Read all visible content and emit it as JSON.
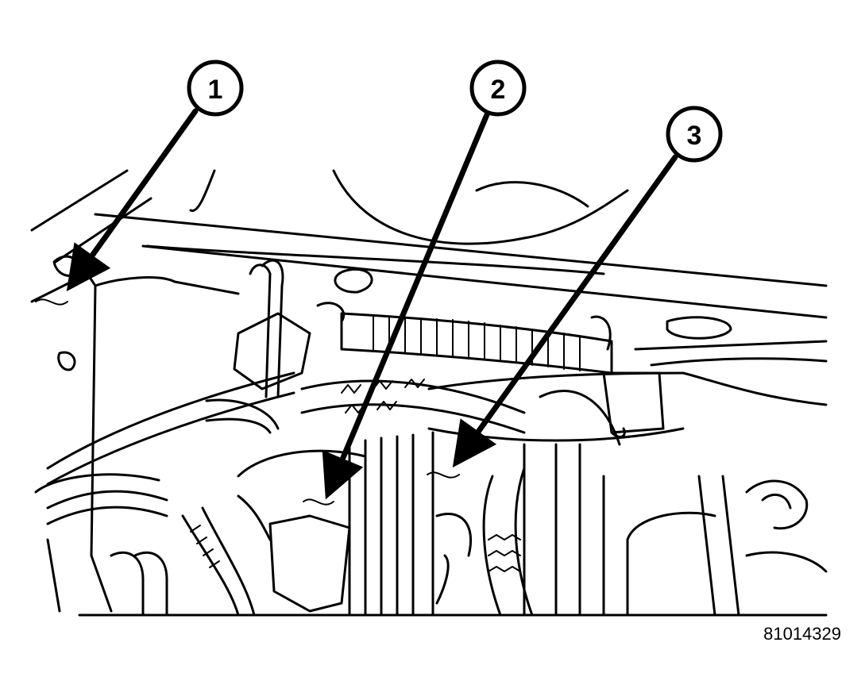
{
  "callouts": [
    {
      "label": "1",
      "name": "callout-1"
    },
    {
      "label": "2",
      "name": "callout-2"
    },
    {
      "label": "3",
      "name": "callout-3"
    }
  ],
  "reference_number": "81014329"
}
